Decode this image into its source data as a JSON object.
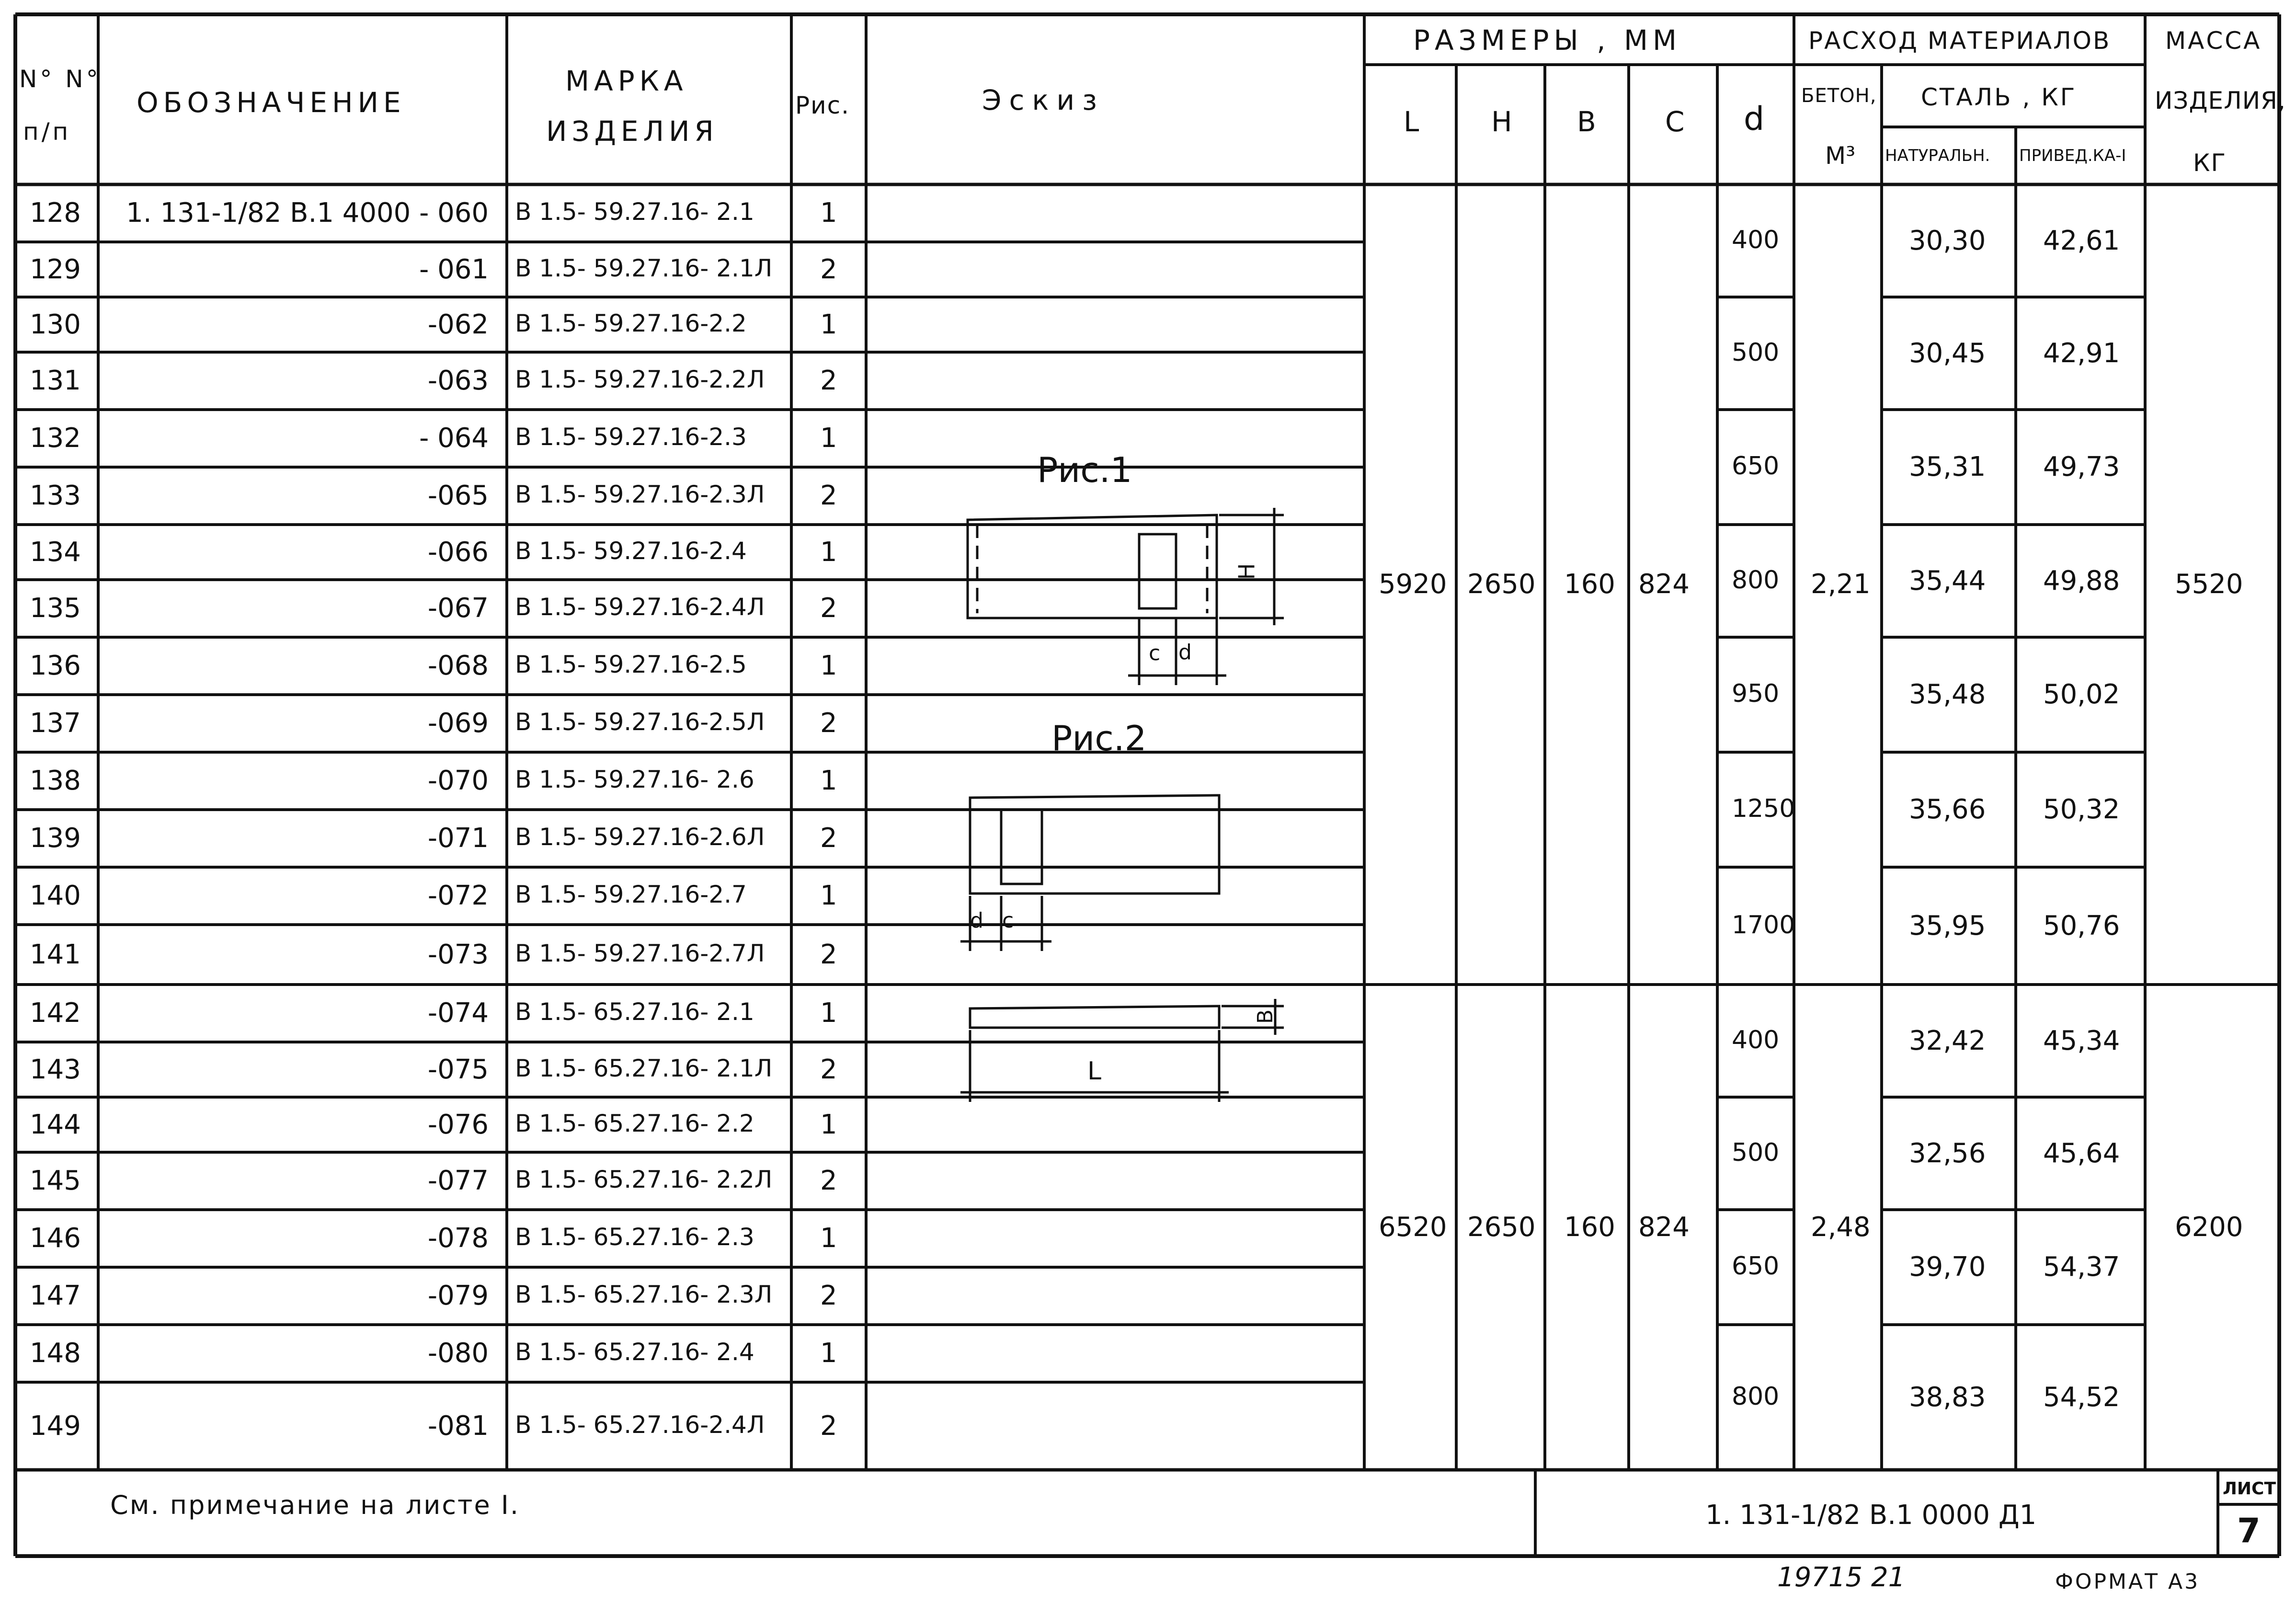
{
  "header": {
    "num": "N° N°",
    "num2": "п/п",
    "designation": "ОБОЗНАЧЕНИЕ",
    "mark": "МАРКА",
    "mark2": "ИЗДЕЛИЯ",
    "fig": "Рис.",
    "sketch": "Эскиз",
    "sizes": "РАЗМЕРЫ , ММ",
    "L": "L",
    "H": "H",
    "B": "В",
    "C": "C",
    "D": "d",
    "consumption": "РАСХОД МАТЕРИАЛОВ",
    "concrete": "БЕТОН,",
    "concrete_unit": "М³",
    "steel": "СТАЛЬ , КГ",
    "steel_nat": "НАТУРАЛЬН.",
    "steel_red": "ПРИВЕД.КА-I",
    "mass": "МАССА",
    "mass2": "ИЗДЕЛИЯ,",
    "mass_unit": "КГ"
  },
  "rows": [
    {
      "n": "128",
      "code": "1. 131-1/82 В.1 4000 - 060",
      "mark": "В 1.5- 59.27.16- 2.1",
      "fig": "1"
    },
    {
      "n": "129",
      "code": "- 061",
      "mark": "В 1.5- 59.27.16- 2.1Л",
      "fig": "2"
    },
    {
      "n": "130",
      "code": "-062",
      "mark": "В 1.5- 59.27.16-2.2",
      "fig": "1"
    },
    {
      "n": "131",
      "code": "-063",
      "mark": "В 1.5- 59.27.16-2.2Л",
      "fig": "2"
    },
    {
      "n": "132",
      "code": "- 064",
      "mark": "В 1.5- 59.27.16-2.3",
      "fig": "1"
    },
    {
      "n": "133",
      "code": "-065",
      "mark": "В 1.5- 59.27.16-2.3Л",
      "fig": "2"
    },
    {
      "n": "134",
      "code": "-066",
      "mark": "В 1.5- 59.27.16-2.4",
      "fig": "1"
    },
    {
      "n": "135",
      "code": "-067",
      "mark": "В 1.5- 59.27.16-2.4Л",
      "fig": "2"
    },
    {
      "n": "136",
      "code": "-068",
      "mark": "В 1.5- 59.27.16-2.5",
      "fig": "1"
    },
    {
      "n": "137",
      "code": "-069",
      "mark": "В 1.5- 59.27.16-2.5Л",
      "fig": "2"
    },
    {
      "n": "138",
      "code": "-070",
      "mark": "В 1.5- 59.27.16- 2.6",
      "fig": "1"
    },
    {
      "n": "139",
      "code": "-071",
      "mark": "В 1.5- 59.27.16-2.6Л",
      "fig": "2"
    },
    {
      "n": "140",
      "code": "-072",
      "mark": "В 1.5- 59.27.16-2.7",
      "fig": "1"
    },
    {
      "n": "141",
      "code": "-073",
      "mark": "В 1.5- 59.27.16-2.7Л",
      "fig": "2"
    },
    {
      "n": "142",
      "code": "-074",
      "mark": "В 1.5- 65.27.16- 2.1",
      "fig": "1"
    },
    {
      "n": "143",
      "code": "-075",
      "mark": "В 1.5- 65.27.16- 2.1Л",
      "fig": "2"
    },
    {
      "n": "144",
      "code": "-076",
      "mark": "В 1.5- 65.27.16- 2.2",
      "fig": "1"
    },
    {
      "n": "145",
      "code": "-077",
      "mark": "В 1.5- 65.27.16- 2.2Л",
      "fig": "2"
    },
    {
      "n": "146",
      "code": "-078",
      "mark": "В 1.5- 65.27.16- 2.3",
      "fig": "1"
    },
    {
      "n": "147",
      "code": "-079",
      "mark": "В 1.5- 65.27.16- 2.3Л",
      "fig": "2"
    },
    {
      "n": "148",
      "code": "-080",
      "mark": "В 1.5- 65.27.16- 2.4",
      "fig": "1"
    },
    {
      "n": "149",
      "code": "-081",
      "mark": "В 1.5- 65.27.16-2.4Л",
      "fig": "2"
    }
  ],
  "groups": [
    {
      "L": "5920",
      "H": "2650",
      "B": "160",
      "C": "824",
      "concrete": "2,21",
      "mass": "5520",
      "items": [
        {
          "d": "400",
          "nat": "30,30",
          "red": "42,61"
        },
        {
          "d": "500",
          "nat": "30,45",
          "red": "42,91"
        },
        {
          "d": "650",
          "nat": "35,31",
          "red": "49,73"
        },
        {
          "d": "800",
          "nat": "35,44",
          "red": "49,88"
        },
        {
          "d": "950",
          "nat": "35,48",
          "red": "50,02"
        },
        {
          "d": "1250",
          "nat": "35,66",
          "red": "50,32"
        },
        {
          "d": "1700",
          "nat": "35,95",
          "red": "50,76"
        }
      ]
    },
    {
      "L": "6520",
      "H": "2650",
      "B": "160",
      "C": "824",
      "concrete": "2,48",
      "mass": "6200",
      "items": [
        {
          "d": "400",
          "nat": "32,42",
          "red": "45,34"
        },
        {
          "d": "500",
          "nat": "32,56",
          "red": "45,64"
        },
        {
          "d": "650",
          "nat": "39,70",
          "red": "54,37"
        },
        {
          "d": "800",
          "nat": "38,83",
          "red": "54,52"
        }
      ]
    }
  ],
  "sketch": {
    "fig1": "Рис.1",
    "fig2": "Рис.2",
    "dim_H": "H",
    "dim_C": "c",
    "dim_D": "d",
    "dim_B": "В",
    "dim_L": "L"
  },
  "footer": {
    "note": "См. примечание на листе I.",
    "doc_code": "1. 131-1/82 В.1 0000 Д1",
    "sheet_label": "ЛИСТ",
    "sheet_no": "7",
    "bottom_code": "19715 21",
    "format": "ФОРМАТ А3"
  }
}
